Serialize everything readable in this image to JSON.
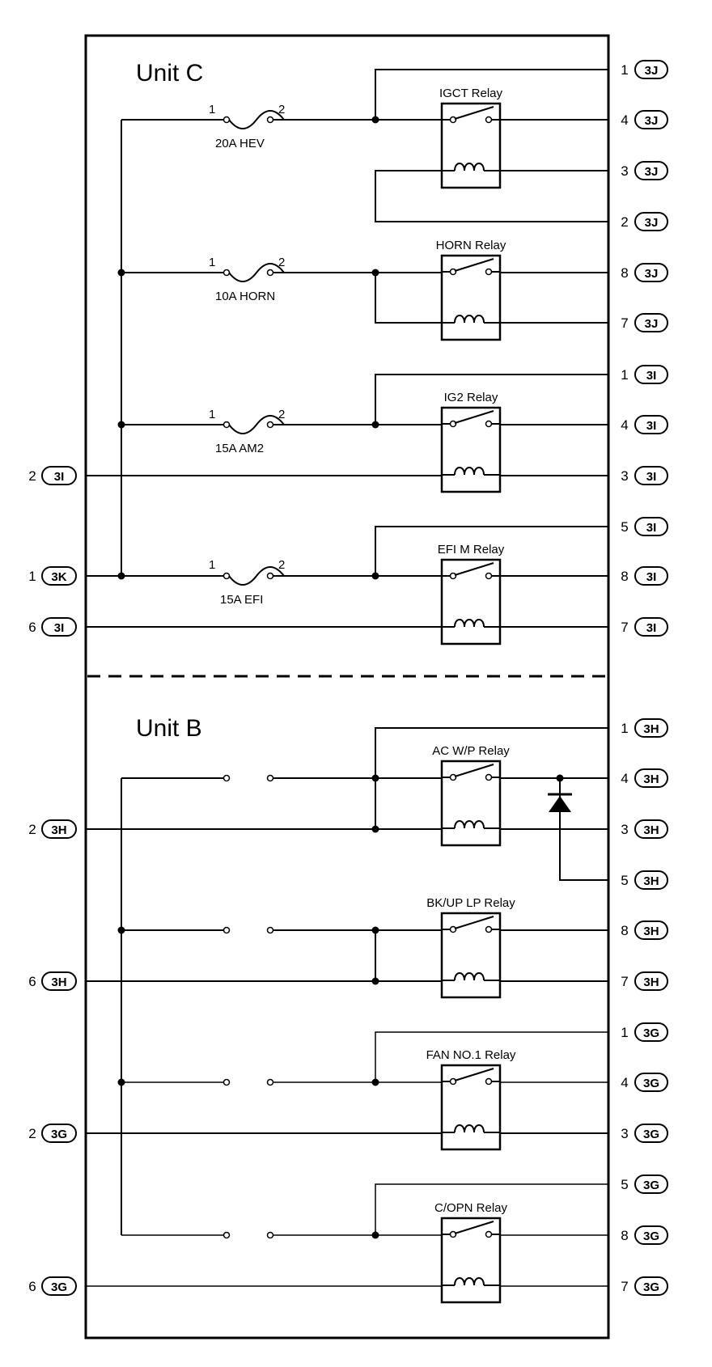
{
  "units": [
    {
      "name": "Unit C"
    },
    {
      "name": "Unit B"
    }
  ],
  "fuses": [
    {
      "label": "20A HEV",
      "pin_in": "1",
      "pin_out": "2"
    },
    {
      "label": "10A HORN",
      "pin_in": "1",
      "pin_out": "2"
    },
    {
      "label": "15A AM2",
      "pin_in": "1",
      "pin_out": "2"
    },
    {
      "label": "15A EFI",
      "pin_in": "1",
      "pin_out": "2"
    }
  ],
  "relays": [
    {
      "label": "IGCT Relay"
    },
    {
      "label": "HORN Relay"
    },
    {
      "label": "IG2 Relay"
    },
    {
      "label": "EFI M Relay"
    },
    {
      "label": "AC W/P Relay"
    },
    {
      "label": "BK/UP LP Relay"
    },
    {
      "label": "FAN NO.1 Relay"
    },
    {
      "label": "C/OPN Relay"
    }
  ],
  "right_terminals": [
    {
      "pin": "1",
      "connector": "3J"
    },
    {
      "pin": "4",
      "connector": "3J"
    },
    {
      "pin": "3",
      "connector": "3J"
    },
    {
      "pin": "2",
      "connector": "3J"
    },
    {
      "pin": "8",
      "connector": "3J"
    },
    {
      "pin": "7",
      "connector": "3J"
    },
    {
      "pin": "1",
      "connector": "3I"
    },
    {
      "pin": "4",
      "connector": "3I"
    },
    {
      "pin": "3",
      "connector": "3I"
    },
    {
      "pin": "5",
      "connector": "3I"
    },
    {
      "pin": "8",
      "connector": "3I"
    },
    {
      "pin": "7",
      "connector": "3I"
    },
    {
      "pin": "1",
      "connector": "3H"
    },
    {
      "pin": "4",
      "connector": "3H"
    },
    {
      "pin": "3",
      "connector": "3H"
    },
    {
      "pin": "5",
      "connector": "3H"
    },
    {
      "pin": "8",
      "connector": "3H"
    },
    {
      "pin": "7",
      "connector": "3H"
    },
    {
      "pin": "1",
      "connector": "3G"
    },
    {
      "pin": "4",
      "connector": "3G"
    },
    {
      "pin": "3",
      "connector": "3G"
    },
    {
      "pin": "5",
      "connector": "3G"
    },
    {
      "pin": "8",
      "connector": "3G"
    },
    {
      "pin": "7",
      "connector": "3G"
    }
  ],
  "left_terminals": [
    {
      "pin": "2",
      "connector": "3I"
    },
    {
      "pin": "1",
      "connector": "3K"
    },
    {
      "pin": "6",
      "connector": "3I"
    },
    {
      "pin": "2",
      "connector": "3H"
    },
    {
      "pin": "6",
      "connector": "3H"
    },
    {
      "pin": "2",
      "connector": "3G"
    },
    {
      "pin": "6",
      "connector": "3G"
    }
  ]
}
